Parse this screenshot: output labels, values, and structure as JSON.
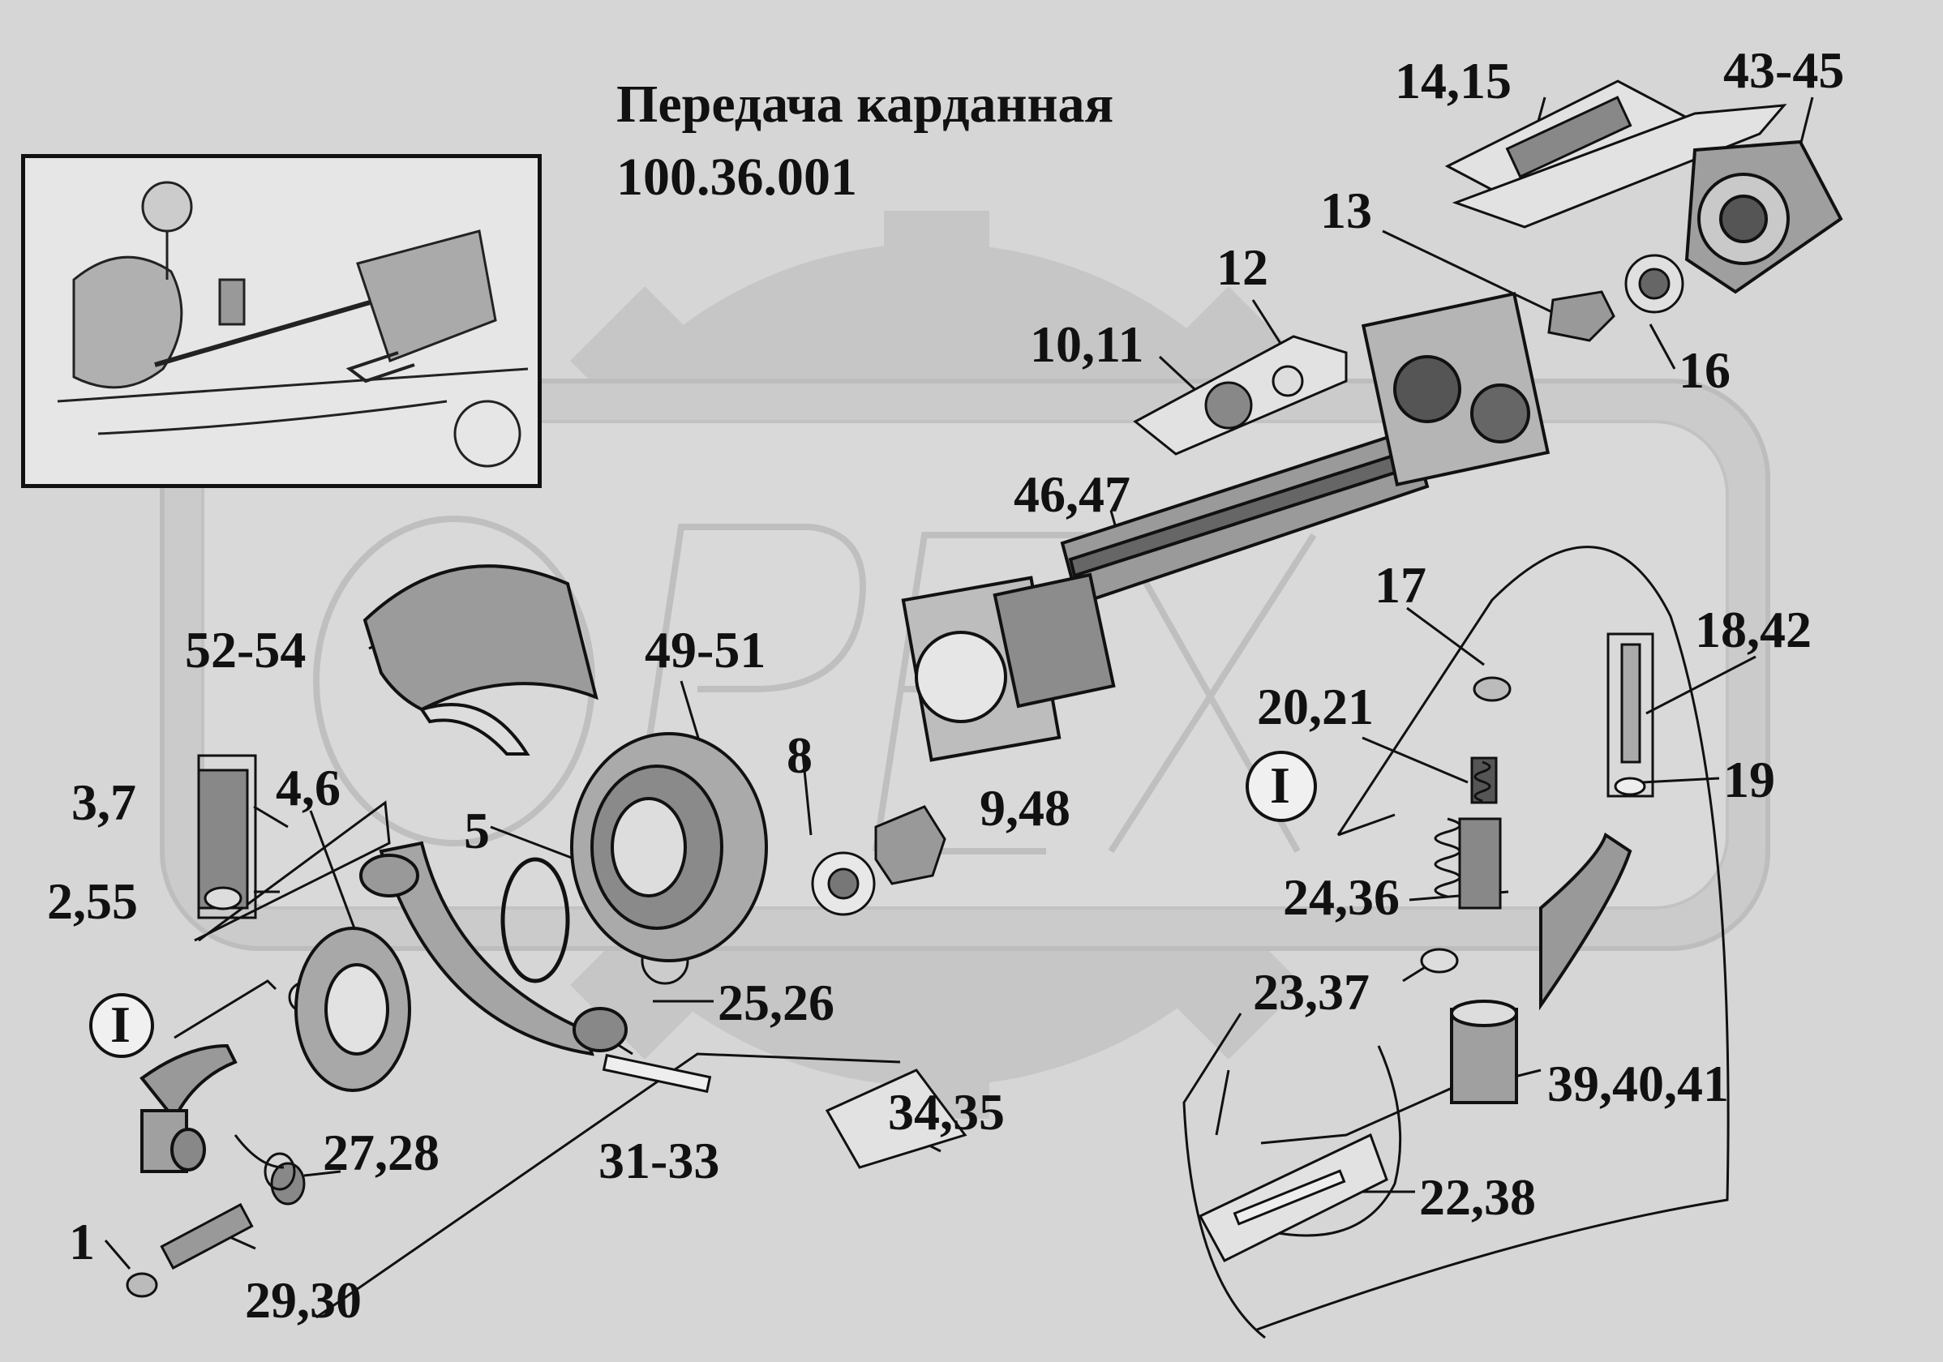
{
  "title": {
    "line1": "Передача карданная",
    "line2": "100.36.001"
  },
  "watermark": "OPEX",
  "callouts": [
    {
      "id": "c-14-15",
      "text": "14,15"
    },
    {
      "id": "c-43-45",
      "text": "43-45"
    },
    {
      "id": "c-13",
      "text": "13"
    },
    {
      "id": "c-12",
      "text": "12"
    },
    {
      "id": "c-10-11",
      "text": "10,11"
    },
    {
      "id": "c-16",
      "text": "16"
    },
    {
      "id": "c-46-47",
      "text": "46,47"
    },
    {
      "id": "c-17",
      "text": "17"
    },
    {
      "id": "c-18-42",
      "text": "18,42"
    },
    {
      "id": "c-52-54",
      "text": "52-54"
    },
    {
      "id": "c-49-51",
      "text": "49-51"
    },
    {
      "id": "c-20-21",
      "text": "20,21"
    },
    {
      "id": "c-8",
      "text": "8"
    },
    {
      "id": "c-3-7",
      "text": "3,7"
    },
    {
      "id": "c-4-6",
      "text": "4,6"
    },
    {
      "id": "c-5",
      "text": "5"
    },
    {
      "id": "c-9-48",
      "text": "9,48"
    },
    {
      "id": "c-19",
      "text": "19"
    },
    {
      "id": "c-2-55",
      "text": "2,55"
    },
    {
      "id": "c-24-36",
      "text": "24,36"
    },
    {
      "id": "c-23-37",
      "text": "23,37"
    },
    {
      "id": "c-25-26",
      "text": "25,26"
    },
    {
      "id": "c-39-41",
      "text": "39,40,41"
    },
    {
      "id": "c-34-35",
      "text": "34,35"
    },
    {
      "id": "c-27-28",
      "text": "27,28"
    },
    {
      "id": "c-31-33",
      "text": "31-33"
    },
    {
      "id": "c-22-38",
      "text": "22,38"
    },
    {
      "id": "c-1",
      "text": "1"
    },
    {
      "id": "c-29-30",
      "text": "29,30"
    }
  ],
  "detail_markers": [
    {
      "id": "m-left",
      "text": "I"
    },
    {
      "id": "m-right",
      "text": "I"
    }
  ]
}
